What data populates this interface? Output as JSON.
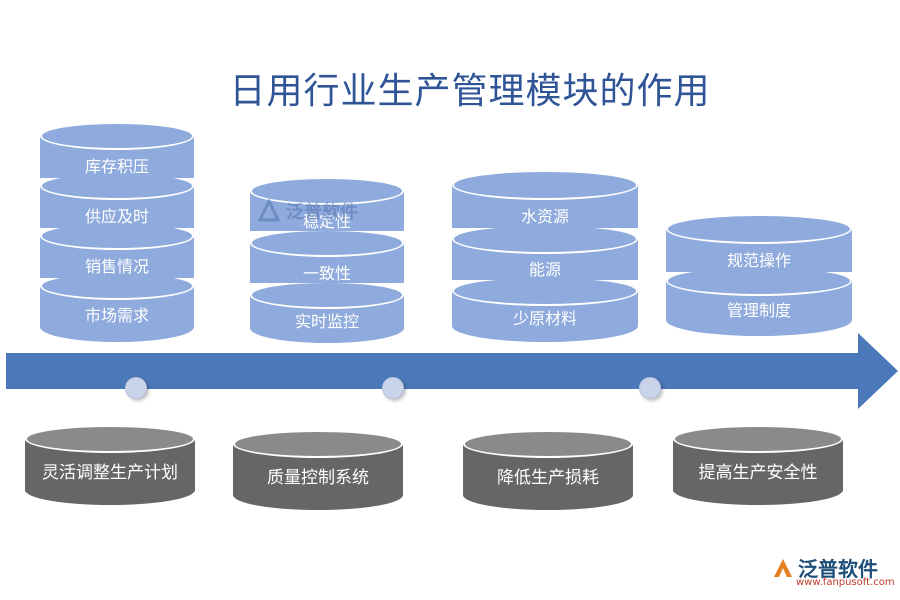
{
  "title": "日用行业生产管理模块的作用",
  "columns": [
    {
      "items": [
        "库存积压",
        "供应及时",
        "销售情况",
        "市场需求"
      ],
      "base": "灵活调整生产计划"
    },
    {
      "items": [
        "稳定性",
        "一致性",
        "实时监控"
      ],
      "base": "质量控制系统"
    },
    {
      "items": [
        "水资源",
        "能源",
        "少原材料"
      ],
      "base": "降低生产损耗"
    },
    {
      "items": [
        "规范操作",
        "管理制度"
      ],
      "base": "提高生产安全性"
    }
  ],
  "logo": {
    "name": "泛普软件",
    "url": "www.fanpusoft.com"
  },
  "watermark": {
    "name": "泛普软件"
  },
  "colors": {
    "title": "#2f5597",
    "disk": "#8faadc",
    "arrow": "#4a78b8",
    "base": "#666666"
  }
}
